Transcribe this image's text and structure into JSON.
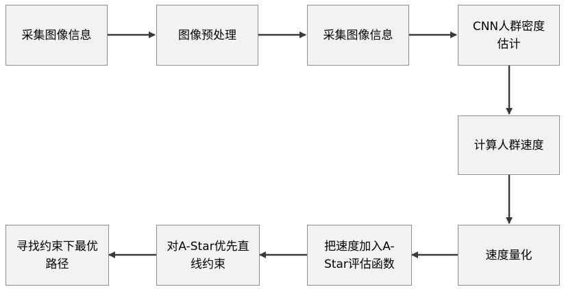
{
  "diagram": {
    "nodes": {
      "collect_1": "采集图像信息",
      "preprocess": "图像预处理",
      "collect_2": "采集图像信息",
      "cnn_density": "CNN人群密度估计",
      "crowd_speed": "计算人群速度",
      "speed_quant": "速度量化",
      "astar_eval": "把速度加入A-Star评估函数",
      "astar_constraint": "对A-Star优先直线约束",
      "optimal_path": "寻找约束下最优路径"
    },
    "colors": {
      "box_fill": "#f2f2f2",
      "box_border": "#8c8c8c",
      "arrow": "#3a3a3a",
      "text": "#000000"
    }
  }
}
